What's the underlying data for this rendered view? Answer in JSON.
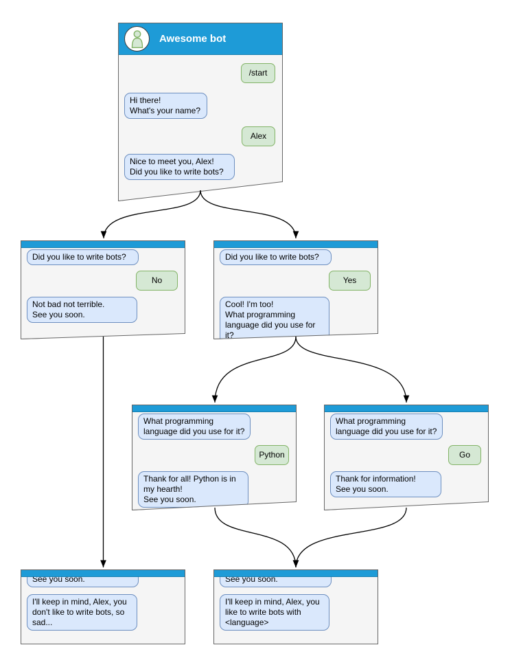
{
  "colors": {
    "header_blue": "#1e9bd7",
    "window_fill": "#f5f5f5",
    "window_border": "#666666",
    "bot_fill": "#dae8fc",
    "bot_border": "#6c8ebf",
    "user_fill": "#d5e8d4",
    "user_border": "#82b366",
    "arrow": "#000000"
  },
  "windows": {
    "start": {
      "title": "Awesome bot",
      "messages": [
        {
          "from": "user",
          "text": "/start"
        },
        {
          "from": "bot",
          "text": "Hi there!\nWhat's your name?"
        },
        {
          "from": "user",
          "text": "Alex"
        },
        {
          "from": "bot",
          "text": "Nice to meet you, Alex!\nDid you like to write bots?"
        }
      ]
    },
    "no": {
      "messages": [
        {
          "from": "bot",
          "text": "Did you like to write bots?"
        },
        {
          "from": "user",
          "text": "No"
        },
        {
          "from": "bot",
          "text": "Not bad not terrible.\nSee you soon."
        }
      ]
    },
    "yes": {
      "messages": [
        {
          "from": "bot",
          "text": "Did you like to write bots?"
        },
        {
          "from": "user",
          "text": "Yes"
        },
        {
          "from": "bot",
          "text": "Cool! I'm too!\nWhat programming\nlanguage did you use for it?"
        }
      ]
    },
    "python": {
      "messages": [
        {
          "from": "bot",
          "text": "What programming\nlanguage did you use for it?"
        },
        {
          "from": "user",
          "text": "Python"
        },
        {
          "from": "bot",
          "text": "Thank for all! Python is in\nmy hearth!\nSee you soon."
        }
      ]
    },
    "go": {
      "messages": [
        {
          "from": "bot",
          "text": "What programming\nlanguage did you use for it?"
        },
        {
          "from": "user",
          "text": "Go"
        },
        {
          "from": "bot",
          "text": "Thank for information!\nSee you soon."
        }
      ]
    },
    "end_no": {
      "messages": [
        {
          "from": "bot",
          "text": "See you soon."
        },
        {
          "from": "bot",
          "text": "I'll keep in mind, Alex, you\ndon't like to write bots, so\nsad..."
        }
      ]
    },
    "end_yes": {
      "messages": [
        {
          "from": "bot",
          "text": "See you soon."
        },
        {
          "from": "bot",
          "text": "I'll keep in mind, Alex, you\nlike to write bots with\n<language>"
        }
      ]
    }
  }
}
